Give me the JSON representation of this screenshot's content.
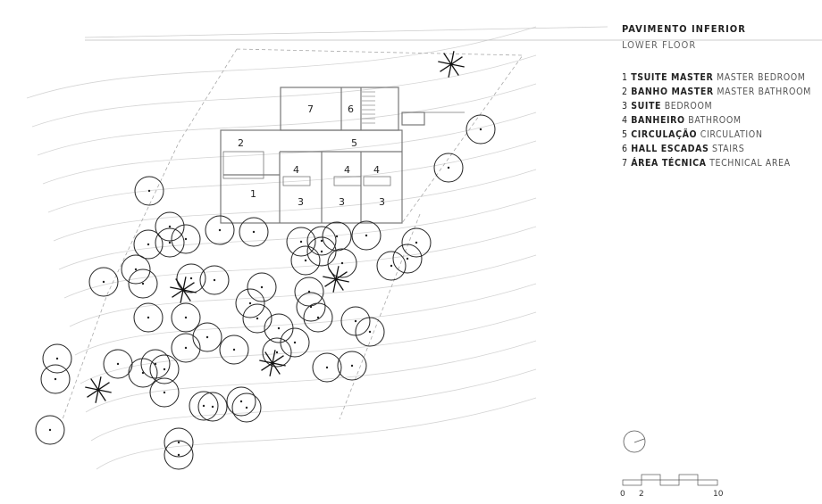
{
  "legend": {
    "title": "PAVIMENTO INFERIOR",
    "subtitle": "LOWER FLOOR",
    "items": [
      {
        "num": "1",
        "pt": "TSUITE MASTER",
        "en": "MASTER BEDROOM"
      },
      {
        "num": "2",
        "pt": "BANHO MASTER",
        "en": "MASTER BATHROOM"
      },
      {
        "num": "3",
        "pt": "SUITE",
        "en": "BEDROOM"
      },
      {
        "num": "4",
        "pt": "BANHEIRO",
        "en": "BATHROOM"
      },
      {
        "num": "5",
        "pt": "CIRCULAÇÃO",
        "en": "CIRCULATION"
      },
      {
        "num": "6",
        "pt": "HALL ESCADAS",
        "en": "STAIRS"
      },
      {
        "num": "7",
        "pt": "ÁREA TÉCNICA",
        "en": "TECHNICAL AREA"
      }
    ]
  },
  "rooms": {
    "r1": "1",
    "r2": "2",
    "r3": "3",
    "r4": "4",
    "r5": "5",
    "r6": "6",
    "r7": "7"
  },
  "scale": {
    "zero": "0",
    "two": "2",
    "ten": "10"
  },
  "colors": {
    "line": "#222222",
    "contour": "#cccccc",
    "wall": "#888888"
  }
}
